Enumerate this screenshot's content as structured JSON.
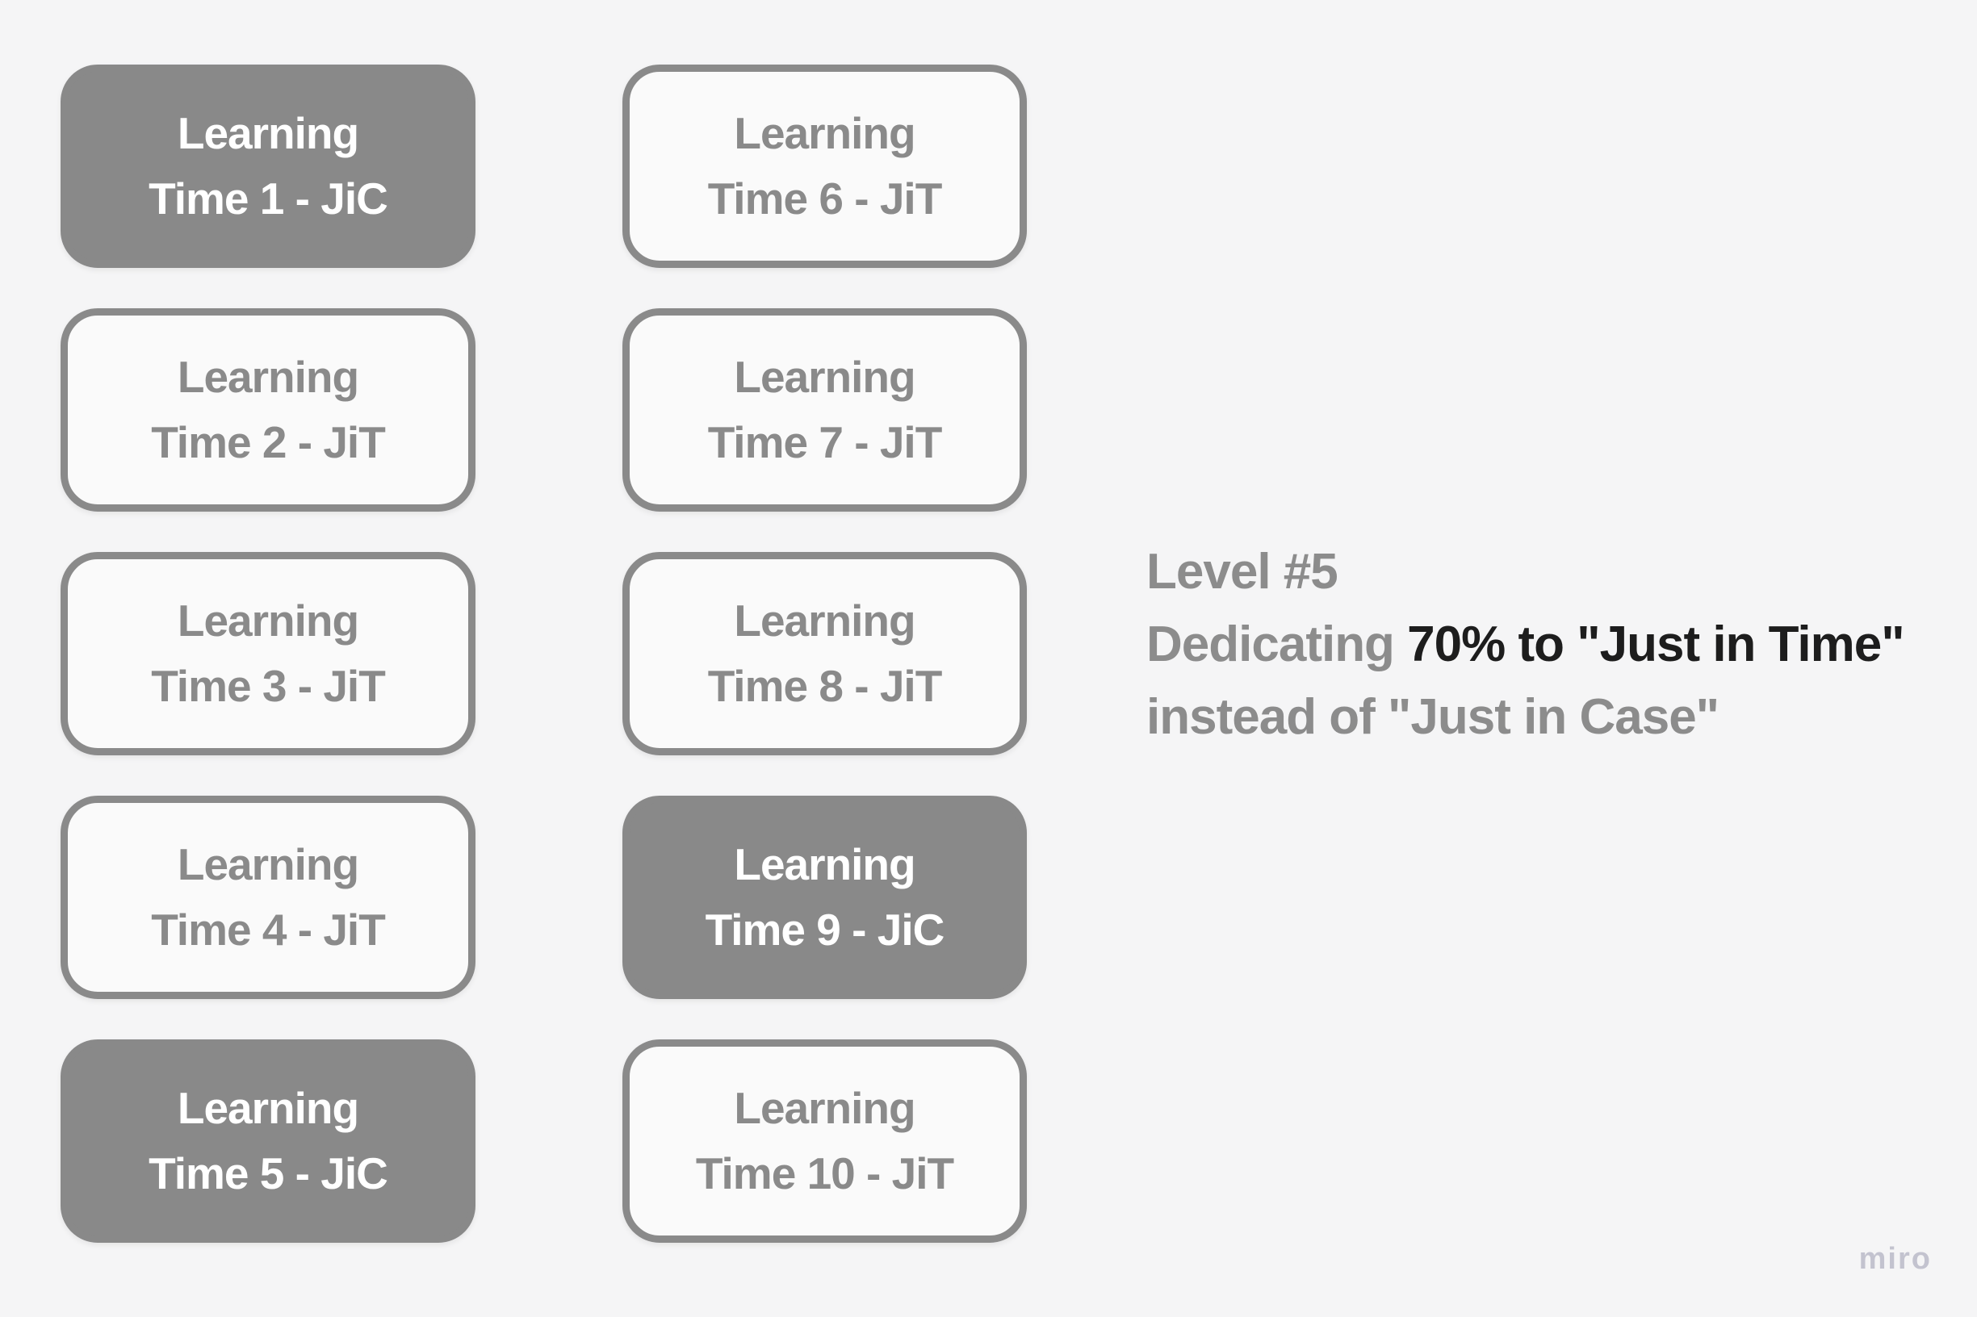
{
  "board": {
    "background": "#f5f5f6"
  },
  "colors": {
    "card_fill_gray": "#898989",
    "card_outline_gray": "#8a8a8a",
    "card_text_gray": "#8a8a8a",
    "card_text_white": "#ffffff",
    "annotation_gray": "#8c8c8c",
    "annotation_dark": "#1d1d1d",
    "watermark_color": "#c3c3cf"
  },
  "cards": [
    {
      "line1": "Learning",
      "line2": "Time 1 - JiC",
      "style": "filled"
    },
    {
      "line1": "Learning",
      "line2": "Time 2 - JiT",
      "style": "outlined"
    },
    {
      "line1": "Learning",
      "line2": "Time 3 - JiT",
      "style": "outlined"
    },
    {
      "line1": "Learning",
      "line2": "Time 4 - JiT",
      "style": "outlined"
    },
    {
      "line1": "Learning",
      "line2": "Time 5 - JiC",
      "style": "filled"
    },
    {
      "line1": "Learning",
      "line2": "Time 6 - JiT",
      "style": "outlined"
    },
    {
      "line1": "Learning",
      "line2": "Time 7 - JiT",
      "style": "outlined"
    },
    {
      "line1": "Learning",
      "line2": "Time 8 - JiT",
      "style": "outlined"
    },
    {
      "line1": "Learning",
      "line2": "Time 9 - JiC",
      "style": "filled"
    },
    {
      "line1": "Learning",
      "line2": "Time 10 - JiT",
      "style": "outlined"
    }
  ],
  "annotation": {
    "lines": [
      {
        "segments": [
          {
            "text": "Level #5",
            "tone": "gray"
          }
        ]
      },
      {
        "segments": [
          {
            "text": "Dedicating ",
            "tone": "gray"
          },
          {
            "text": "70% to \"Just in Time\"",
            "tone": "dark"
          }
        ]
      },
      {
        "segments": [
          {
            "text": "instead of \"Just in Case\"",
            "tone": "gray"
          }
        ]
      }
    ]
  },
  "watermark": {
    "label": "miro"
  }
}
